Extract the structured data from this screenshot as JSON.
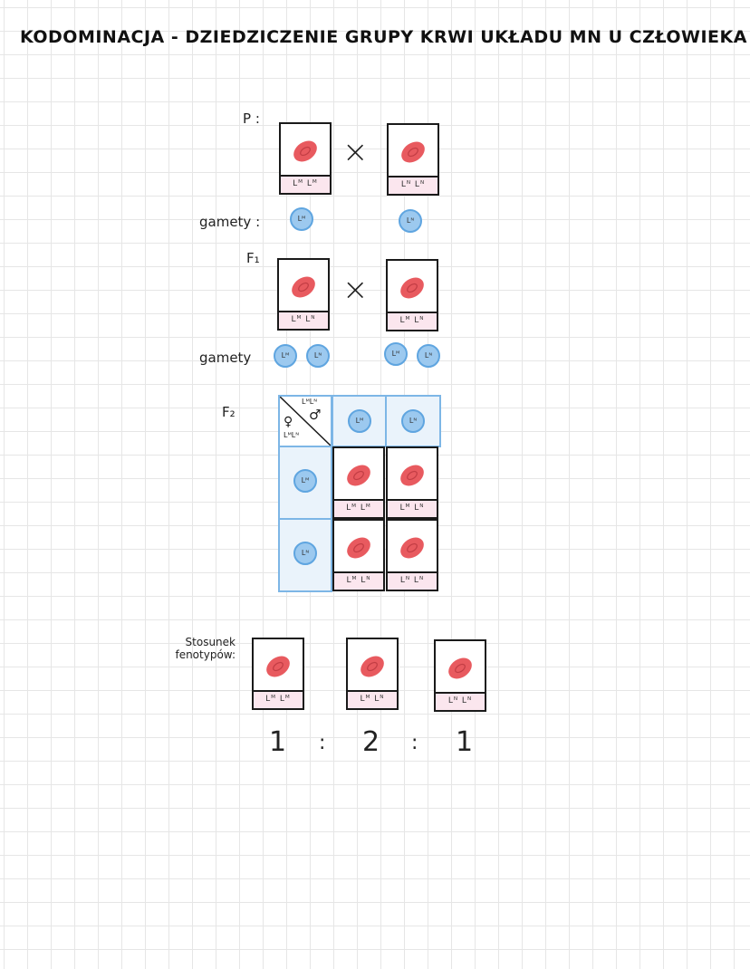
{
  "title": "KODOMINACJA - DZIEDZICZENIE GRUPY KRWI UKŁADU MN U CZŁOWIEKA",
  "labels": {
    "p": "P :",
    "gamety1": "gamety :",
    "f1": "F₁",
    "gamety2": "gamety",
    "f2": "F₂",
    "ratio_line1": "Stosunek",
    "ratio_line2": "fenotypów:"
  },
  "symbols": {
    "cross": "×",
    "female": "♀",
    "male": "♂"
  },
  "parents": [
    {
      "genotype": "Lᴹ Lᴹ"
    },
    {
      "genotype": "Lᴺ Lᴺ"
    }
  ],
  "parent_gametes": [
    "Lᴹ",
    "Lᴺ"
  ],
  "f1": [
    {
      "genotype": "Lᴹ Lᴺ"
    },
    {
      "genotype": "Lᴹ Lᴺ"
    }
  ],
  "f1_gametes": [
    "Lᴹ",
    "Lᴺ",
    "Lᴹ",
    "Lᴺ"
  ],
  "punnett": {
    "corner_top": "LᴹLᴺ",
    "corner_bottom": "LᴹLᴺ",
    "male_gametes": [
      "Lᴹ",
      "Lᴺ"
    ],
    "female_gametes": [
      "Lᴹ",
      "Lᴺ"
    ],
    "cells": [
      "Lᴹ Lᴹ",
      "Lᴹ Lᴺ",
      "Lᴹ Lᴺ",
      "Lᴺ Lᴺ"
    ]
  },
  "phenotypes": [
    {
      "genotype": "Lᴹ Lᴹ",
      "ratio": "1"
    },
    {
      "genotype": "Lᴹ Lᴺ",
      "ratio": "2"
    },
    {
      "genotype": "Lᴺ Lᴺ",
      "ratio": "1"
    }
  ],
  "ratio_separator": ":",
  "colors": {
    "rbc": "#e85a5f",
    "gamete": "#9cc9ef",
    "punnett_blue": "#eaf3fb",
    "genotype_bg": "#fbe6ee"
  }
}
